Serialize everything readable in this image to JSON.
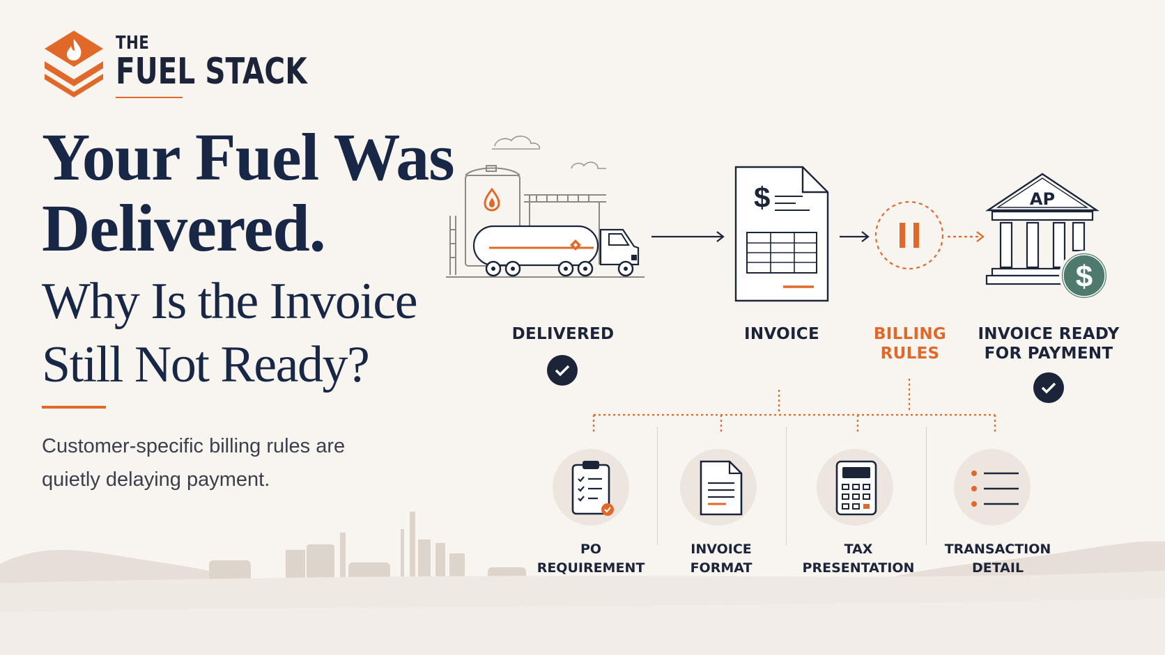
{
  "brand": {
    "the": "THE",
    "name": "FUEL STACK"
  },
  "headline": {
    "line1": "Your Fuel Was",
    "line2": "Delivered."
  },
  "subhead": {
    "line1": "Why Is the Invoice",
    "line2": "Still Not Ready?"
  },
  "lede": "Customer-specific billing rules are quietly delaying payment.",
  "flow": {
    "stages": [
      {
        "label": "DELIVERED",
        "icon": "fuel-truck-terminal-icon",
        "status": "complete"
      },
      {
        "label": "INVOICE",
        "icon": "invoice-document-icon",
        "status": "pending"
      },
      {
        "label1": "BILLING",
        "label2": "RULES",
        "icon": "pause-icon",
        "status": "paused"
      },
      {
        "label1": "INVOICE READY",
        "label2": "FOR PAYMENT",
        "icon": "bank-ap-icon",
        "status": "complete"
      }
    ],
    "bank_sign": "AP",
    "invoice_symbol": "$",
    "coin_symbol": "$"
  },
  "rules": [
    {
      "line1": "PO",
      "line2": "REQUIREMENT",
      "icon": "clipboard-checklist-icon"
    },
    {
      "line1": "INVOICE",
      "line2": "FORMAT",
      "icon": "document-format-icon"
    },
    {
      "line1": "TAX",
      "line2": "PRESENTATION",
      "icon": "calculator-icon"
    },
    {
      "line1": "TRANSACTION",
      "line2": "DETAIL",
      "icon": "line-items-icon"
    }
  ],
  "colors": {
    "navy": "#1b2438",
    "accent": "#e0692a",
    "background": "#f8f5f1",
    "coin": "#4d7a6d"
  }
}
